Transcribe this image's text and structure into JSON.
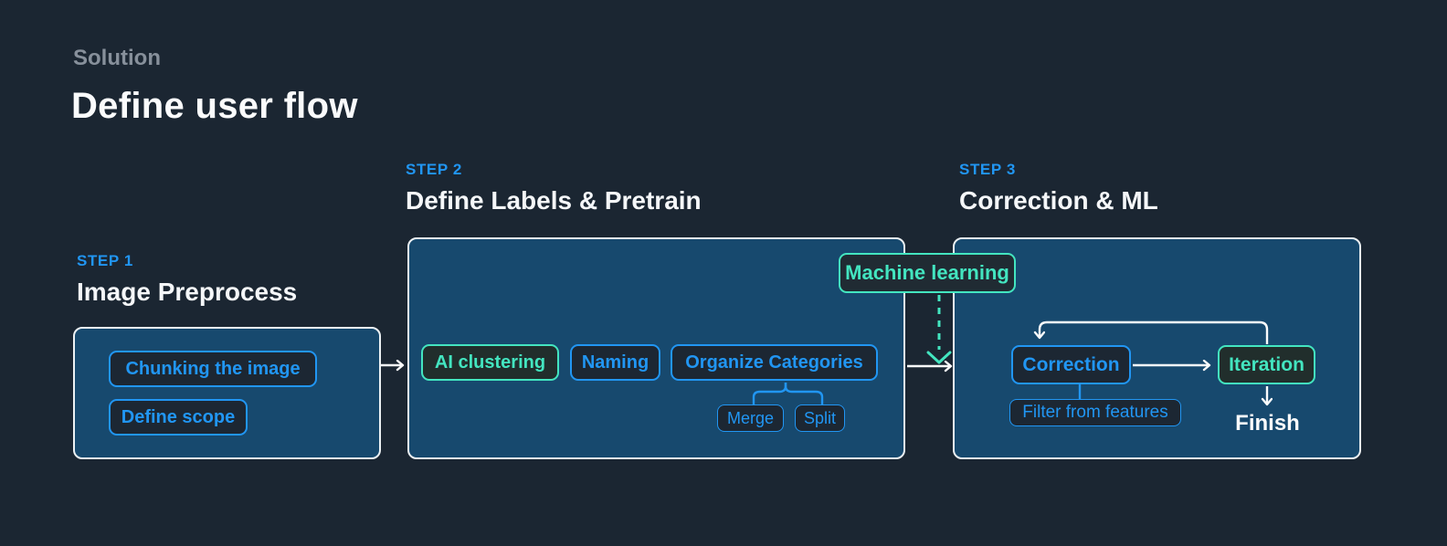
{
  "header": {
    "eyebrow": "Solution",
    "title": "Define user flow"
  },
  "steps": [
    {
      "label": "STEP 1",
      "title": "Image Preprocess",
      "items": [
        {
          "text": "Chunking the image",
          "variant": "blue"
        },
        {
          "text": "Define scope",
          "variant": "blue"
        }
      ]
    },
    {
      "label": "STEP 2",
      "title": "Define Labels & Pretrain",
      "items": [
        {
          "text": "AI clustering",
          "variant": "green"
        },
        {
          "text": "Naming",
          "variant": "blue"
        },
        {
          "text": "Organize Categories",
          "variant": "blue"
        }
      ],
      "sub_items": [
        {
          "text": "Merge"
        },
        {
          "text": "Split"
        }
      ]
    },
    {
      "label": "STEP 3",
      "title": "Correction & ML",
      "items": [
        {
          "text": "Correction",
          "variant": "blue"
        },
        {
          "text": "Iteration",
          "variant": "green"
        }
      ],
      "sub_items": [
        {
          "text": "Filter from features"
        }
      ],
      "finish_label": "Finish"
    }
  ],
  "badge": {
    "text": "Machine learning"
  },
  "colors": {
    "background": "#1B2632",
    "panel_fill": "#17496E",
    "panel_border": "#ECF1F4",
    "accent_blue": "#2196F3",
    "accent_teal": "#43E5C0",
    "chip_background": "#1C2733",
    "text_white": "#F5F7F9",
    "text_gray": "#87909B"
  }
}
